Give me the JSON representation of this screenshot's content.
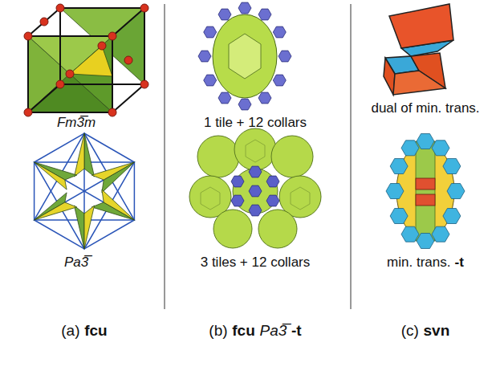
{
  "diagram": {
    "labels": [
      "Fm3̅m",
      "Pa3̅",
      "1 tile + 12 collars",
      "3 tiles + 12 collars",
      "dual of min. trans.",
      "min. trans.",
      "-t",
      "(a)",
      "fcu",
      "(b)",
      "fcu",
      "Pa3̅",
      "-t",
      "(c)",
      "svn"
    ]
  }
}
